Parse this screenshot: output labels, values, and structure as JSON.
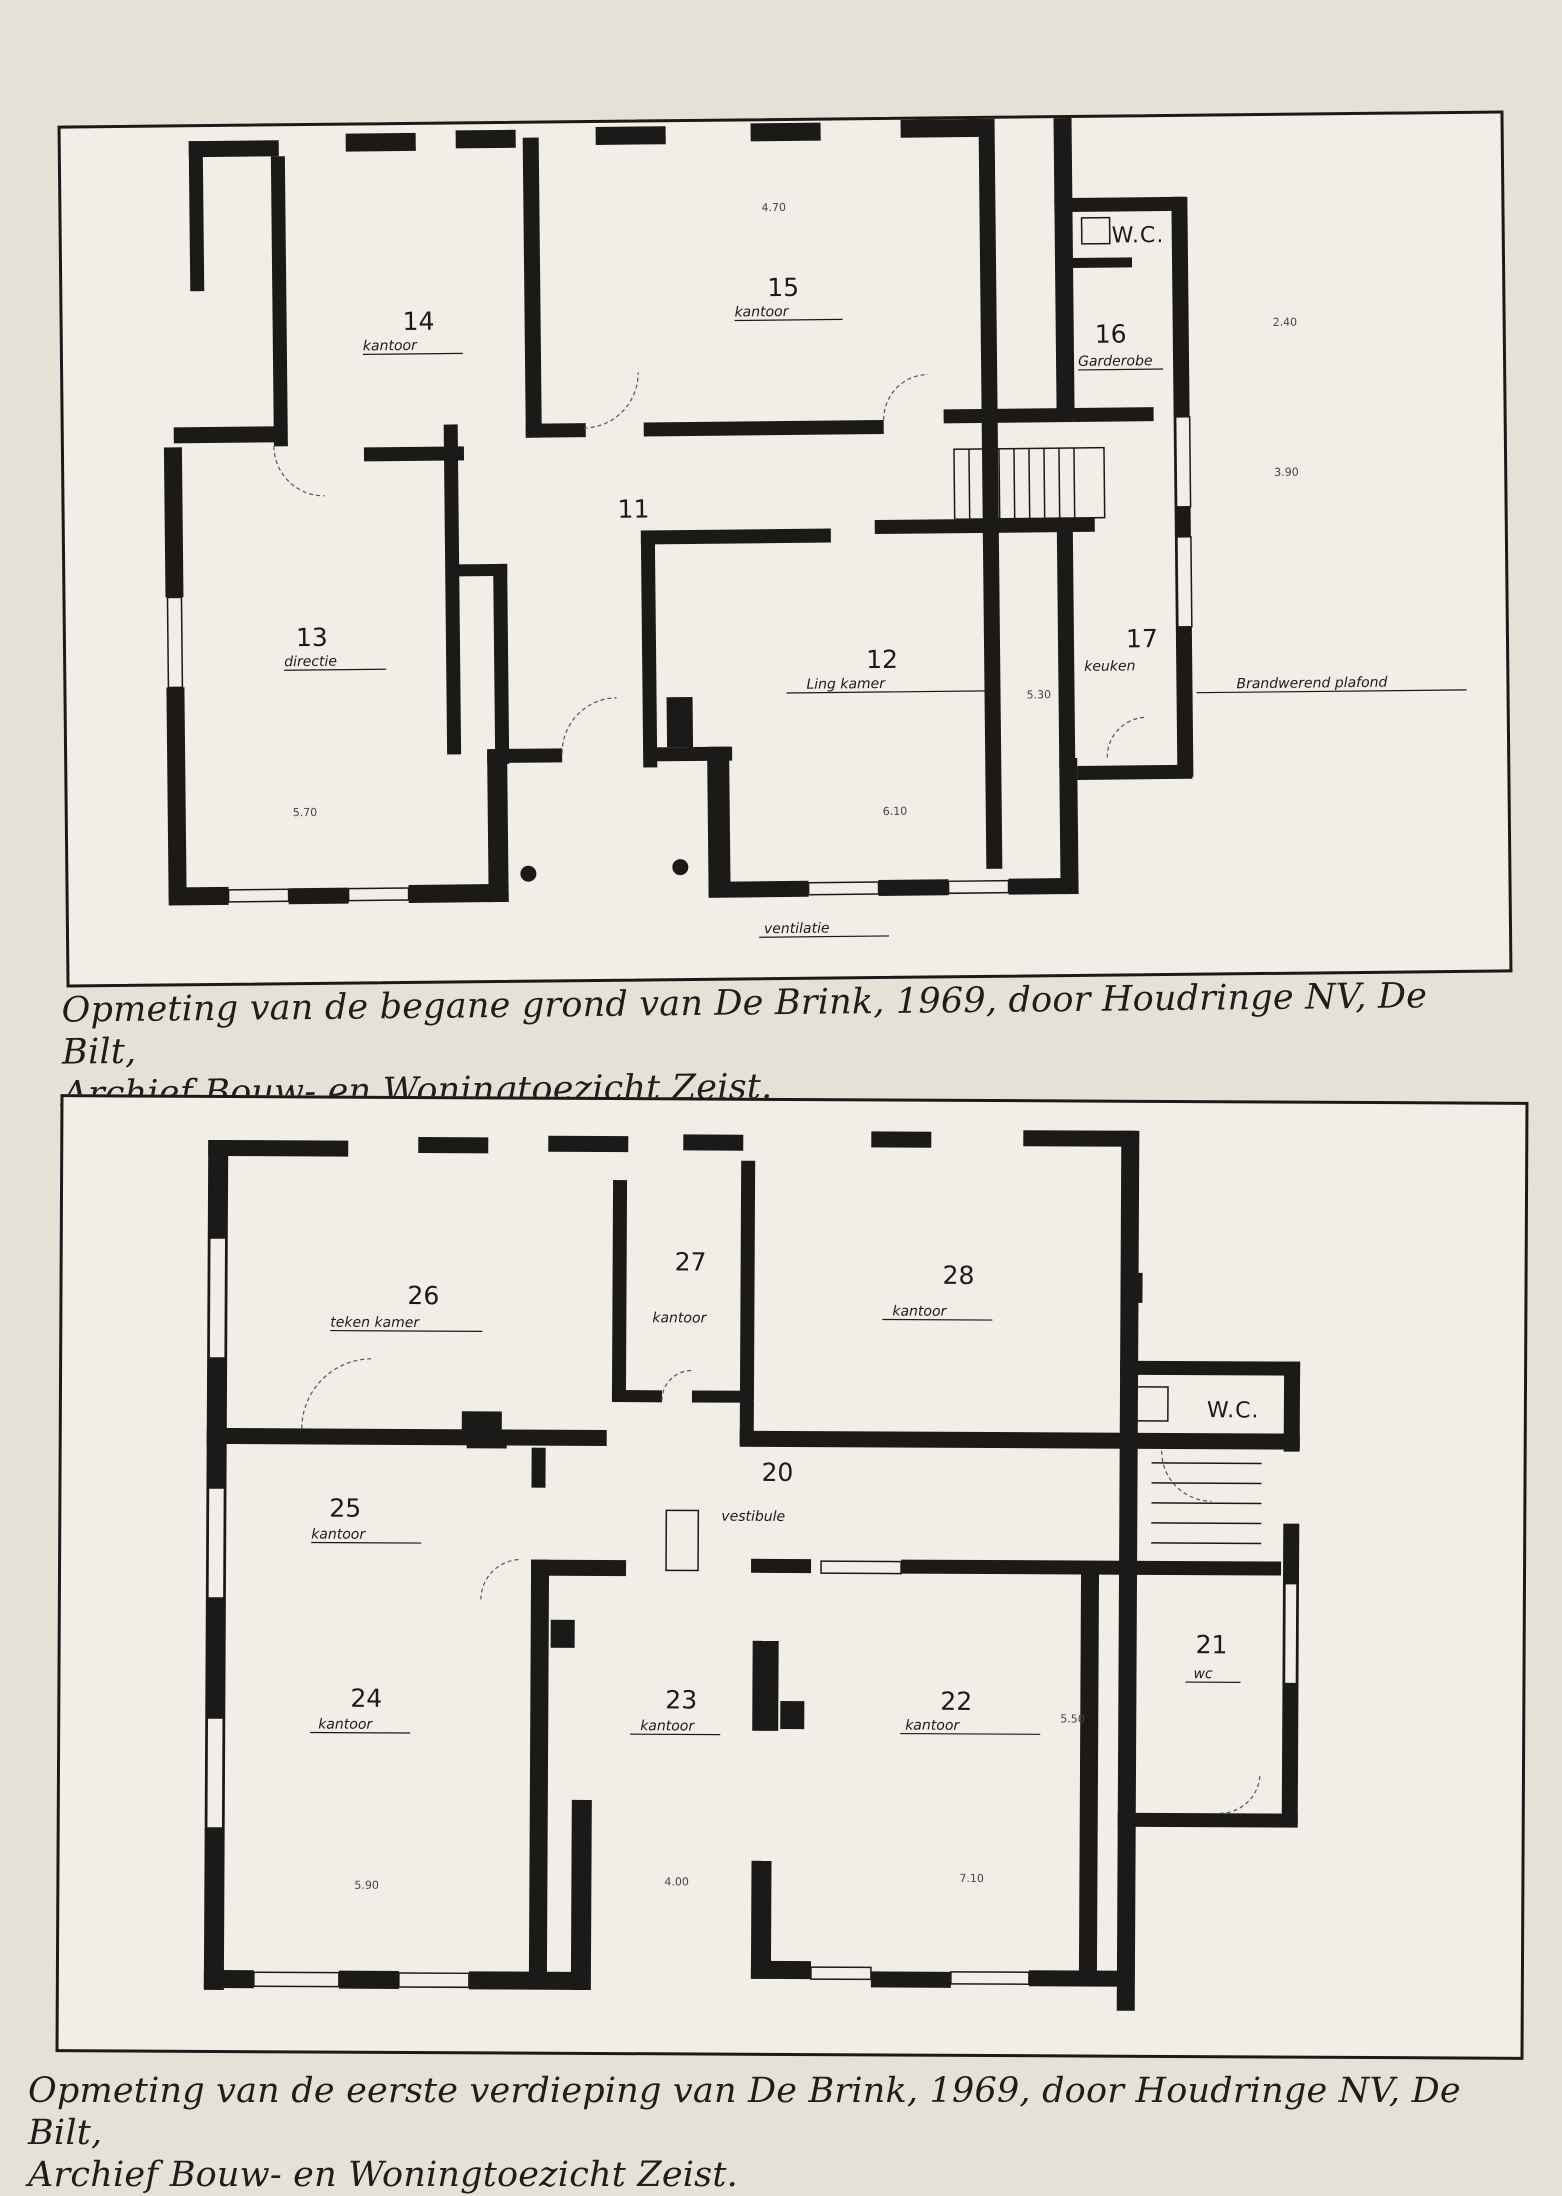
{
  "ground_floor": {
    "rooms": [
      {
        "number": "14",
        "label": "kantoor"
      },
      {
        "number": "15",
        "label": "kantoor"
      },
      {
        "number": "16",
        "label": "Garderobe"
      },
      {
        "number": "11",
        "label": ""
      },
      {
        "number": "13",
        "label": "directie"
      },
      {
        "number": "12",
        "label": "Ling kamer"
      },
      {
        "number": "17",
        "label": "keuken"
      }
    ],
    "wc_label": "W.C.",
    "annotations": {
      "fireproof": "Brandwerend plafond",
      "ventilation": "ventilatie"
    },
    "dimensions": [
      "4.70",
      "5.70",
      "6.10",
      "5.30",
      "2.40",
      "3.90"
    ],
    "caption": {
      "line1": "Opmeting van de begane grond van De Brink, 1969, door Houdringe NV, De Bilt,",
      "line2": "Archief Bouw- en Woningtoezicht Zeist."
    }
  },
  "first_floor": {
    "rooms": [
      {
        "number": "26",
        "label": "teken kamer"
      },
      {
        "number": "27",
        "label": "kantoor"
      },
      {
        "number": "28",
        "label": "kantoor"
      },
      {
        "number": "25",
        "label": "kantoor"
      },
      {
        "number": "20",
        "label": "vestibule"
      },
      {
        "number": "24",
        "label": "kantoor"
      },
      {
        "number": "23",
        "label": "kantoor"
      },
      {
        "number": "22",
        "label": "kantoor"
      },
      {
        "number": "21",
        "label": "wc"
      }
    ],
    "wc_label": "W.C.",
    "dimensions": [
      "5.90",
      "5.50",
      "4.00",
      "7.10"
    ],
    "caption": {
      "line1": "Opmeting van de eerste verdieping van De Brink, 1969, door Houdringe NV, De Bilt,",
      "line2": "Archief Bouw- en Woningtoezicht Zeist."
    }
  }
}
